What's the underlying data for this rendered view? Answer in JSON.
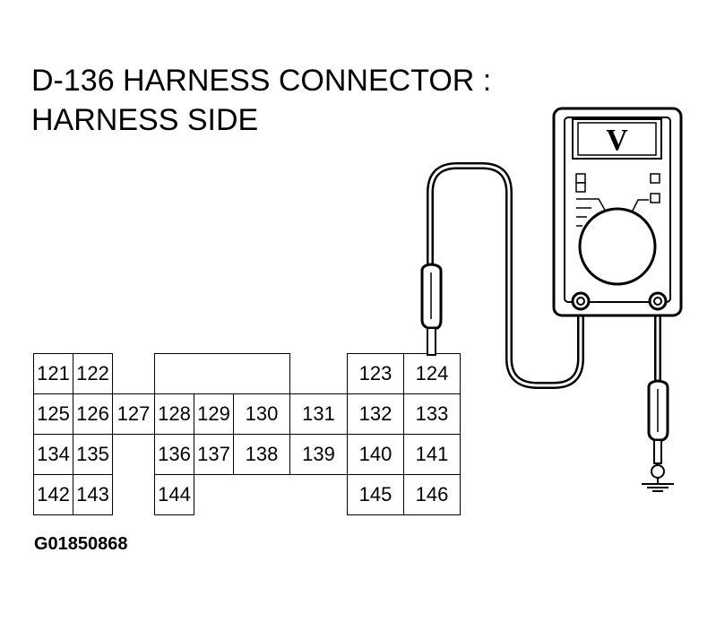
{
  "title_line1": "D-136 HARNESS CONNECTOR :",
  "title_line2": "HARNESS SIDE",
  "figure_id": "G01850868",
  "meter": {
    "mode_label": "V"
  },
  "connector": {
    "pins": [
      {
        "id": "121"
      },
      {
        "id": "122"
      },
      {
        "id": "123"
      },
      {
        "id": "124"
      },
      {
        "id": "125"
      },
      {
        "id": "126"
      },
      {
        "id": "127"
      },
      {
        "id": "128"
      },
      {
        "id": "129"
      },
      {
        "id": "130"
      },
      {
        "id": "131"
      },
      {
        "id": "132"
      },
      {
        "id": "133"
      },
      {
        "id": "134"
      },
      {
        "id": "135"
      },
      {
        "id": "136"
      },
      {
        "id": "137"
      },
      {
        "id": "138"
      },
      {
        "id": "139"
      },
      {
        "id": "140"
      },
      {
        "id": "141"
      },
      {
        "id": "142"
      },
      {
        "id": "143"
      },
      {
        "id": "144"
      },
      {
        "id": "145"
      },
      {
        "id": "146"
      }
    ]
  }
}
